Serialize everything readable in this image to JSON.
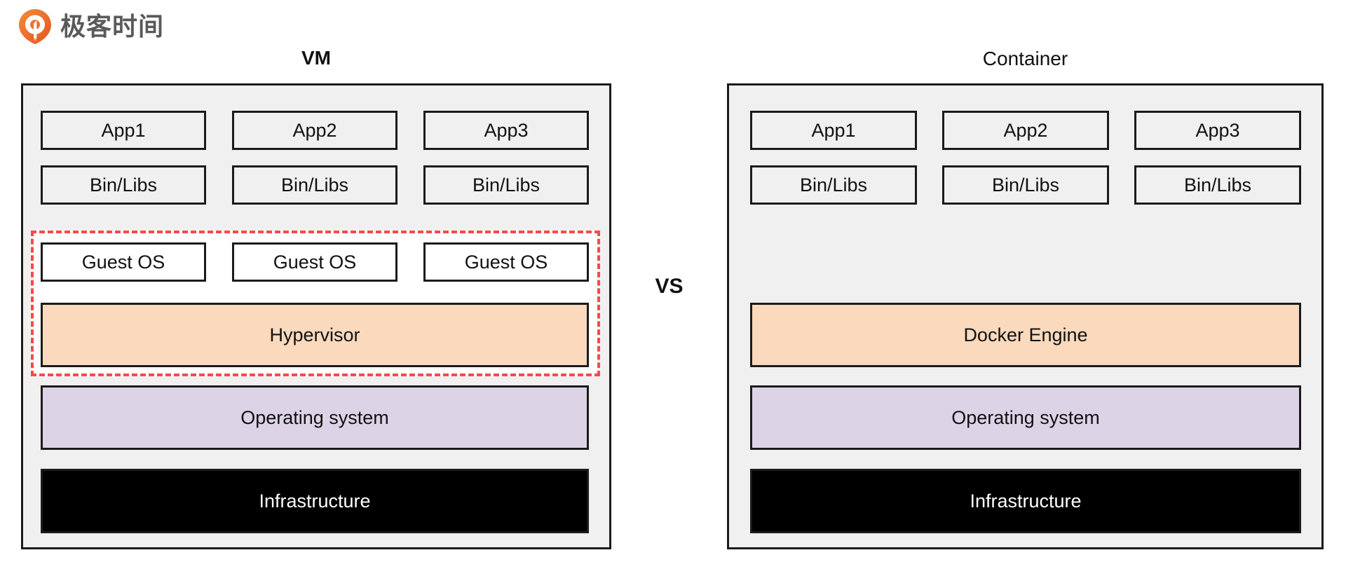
{
  "brand": {
    "name": "极客时间",
    "logo_icon": "geekbang-pin-logo-icon",
    "logo_color": "#ec6a2c",
    "text_color": "#5a5a5a"
  },
  "diagram": {
    "type": "comparison-stack-diagram",
    "separator_label": "VS",
    "colors": {
      "panel_fill": "#f0f0f0",
      "box_border": "#1b1b1b",
      "box_fill": "#f0f0f0",
      "white_fill": "#ffffff",
      "peach_fill": "#fad9bd",
      "lilac_fill": "#dcd4e6",
      "black_fill": "#000000",
      "highlight_dashed": "#f94a4a"
    },
    "columns": [
      {
        "id": "vm",
        "title": "VM",
        "title_bold": true,
        "layers": [
          {
            "id": "apps",
            "kind": "triple",
            "fill": "gray",
            "cells": [
              "App1",
              "App2",
              "App3"
            ]
          },
          {
            "id": "binlibs",
            "kind": "triple",
            "fill": "gray",
            "cells": [
              "Bin/Libs",
              "Bin/Libs",
              "Bin/Libs"
            ]
          },
          {
            "id": "guestos",
            "kind": "triple",
            "fill": "white",
            "highlighted": true,
            "cells": [
              "Guest OS",
              "Guest OS",
              "Guest OS"
            ]
          },
          {
            "id": "hypervisor",
            "kind": "full",
            "fill": "peach",
            "highlighted": true,
            "label": "Hypervisor"
          },
          {
            "id": "os",
            "kind": "full",
            "fill": "lilac",
            "label": "Operating system"
          },
          {
            "id": "infrastructure",
            "kind": "full",
            "fill": "black",
            "label": "Infrastructure"
          }
        ]
      },
      {
        "id": "container",
        "title": "Container",
        "title_bold": false,
        "layers": [
          {
            "id": "apps",
            "kind": "triple",
            "fill": "gray",
            "cells": [
              "App1",
              "App2",
              "App3"
            ]
          },
          {
            "id": "binlibs",
            "kind": "triple",
            "fill": "gray",
            "cells": [
              "Bin/Libs",
              "Bin/Libs",
              "Bin/Libs"
            ]
          },
          {
            "id": "docker",
            "kind": "full",
            "fill": "peach",
            "label": "Docker Engine"
          },
          {
            "id": "os",
            "kind": "full",
            "fill": "lilac",
            "label": "Operating system"
          },
          {
            "id": "infrastructure",
            "kind": "full",
            "fill": "black",
            "label": "Infrastructure"
          }
        ]
      }
    ]
  }
}
